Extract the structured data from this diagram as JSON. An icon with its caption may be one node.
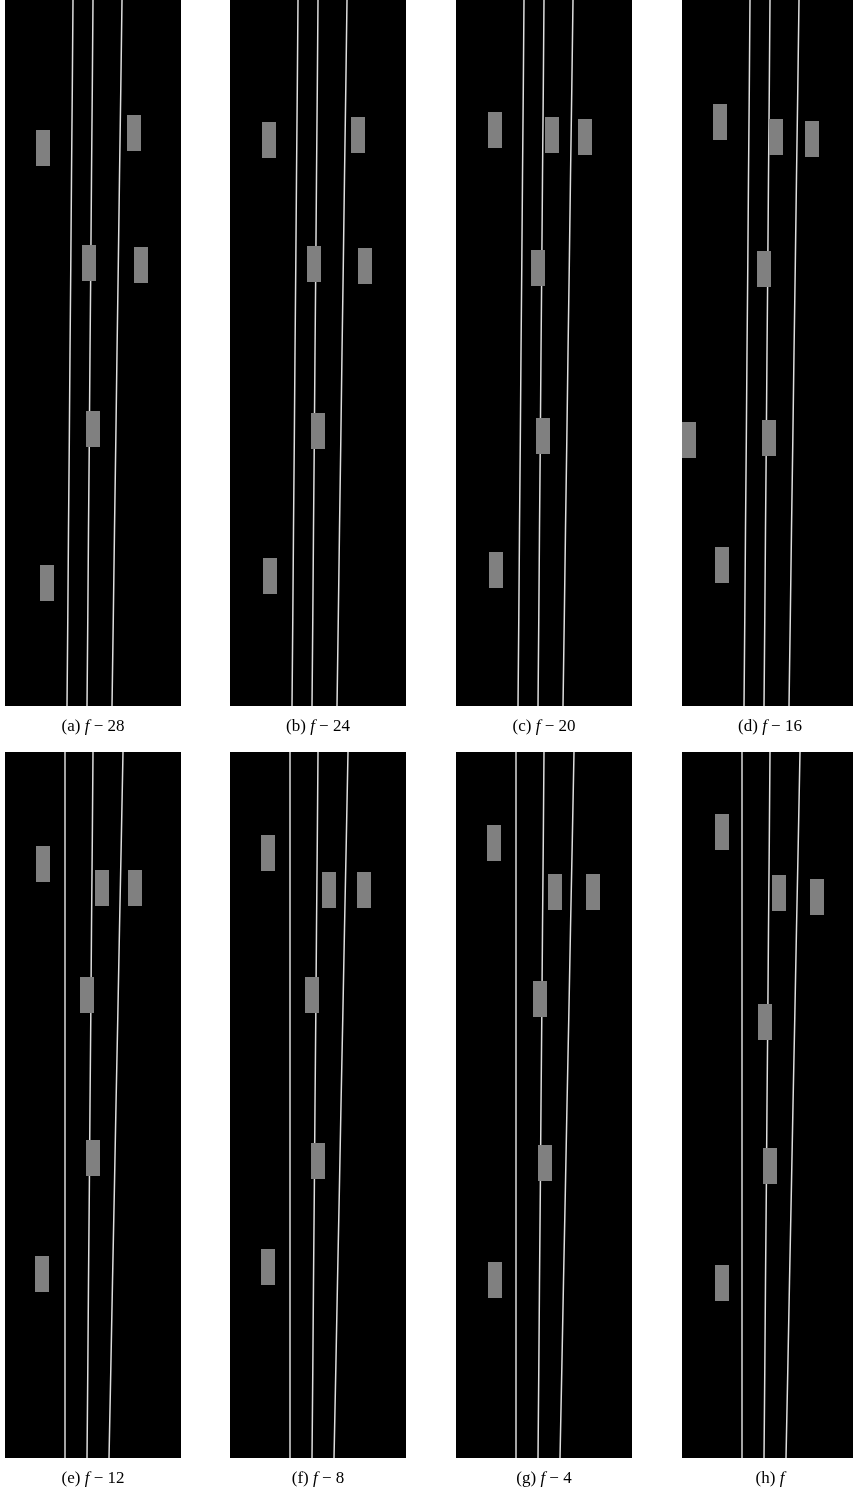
{
  "diagram": {
    "labels": [
      "(a) *f* − 28",
      "(b) *f* − 24",
      "(c) *f* − 20",
      "(d) *f* − 16",
      "(e) *f* − 12",
      "(f) *f* − 8",
      "(g) *f* − 4",
      "(h) *f*"
    ]
  }
}
